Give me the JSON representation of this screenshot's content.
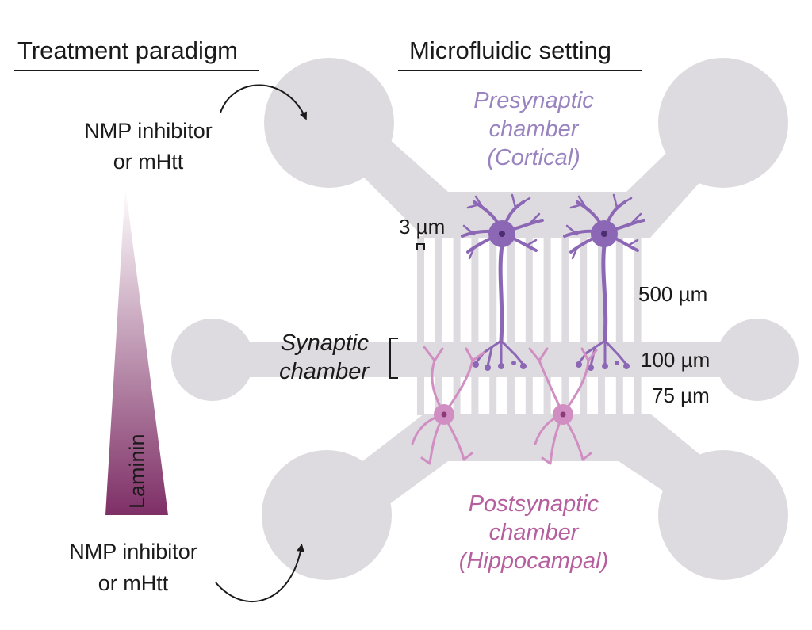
{
  "headers": {
    "left": "Treatment paradigm",
    "right": "Microfluidic setting"
  },
  "treatment": {
    "top_line1": "NMP inhibitor",
    "top_line2": "or mHtt",
    "bottom_line1": "NMP inhibitor",
    "bottom_line2": "or mHtt",
    "gradient_label": "Laminin"
  },
  "chambers": {
    "presynaptic": [
      "Presynaptic",
      "chamber",
      "(Cortical)"
    ],
    "synaptic": [
      "Synaptic",
      "chamber"
    ],
    "postsynaptic": [
      "Postsynaptic",
      "chamber",
      "(Hippocampal)"
    ]
  },
  "measurements": {
    "groove_width": "3 µm",
    "groove_length": "500 µm",
    "synaptic_width": "100 µm",
    "lower_groove": "75 µm"
  },
  "colors": {
    "device": "#dddbdf",
    "presynaptic_neuron": "#8c67b5",
    "postsynaptic_neuron": "#d18ec3",
    "laminin_dark": "#7e2f66",
    "laminin_light": "#ffffff",
    "pre_text": "#9a84c0",
    "post_text": "#b65f9e"
  }
}
